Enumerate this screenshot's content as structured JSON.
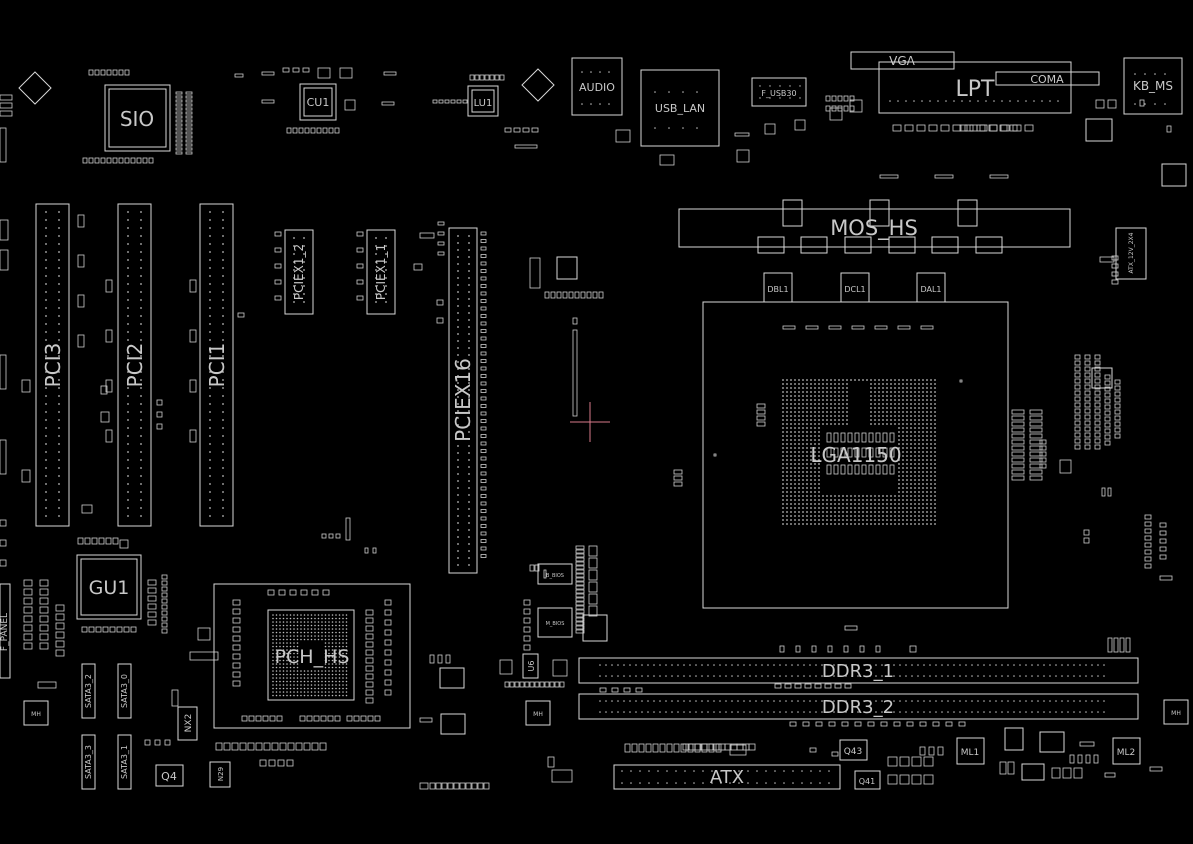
{
  "labels": {
    "sio": "SIO",
    "cu1": "CU1",
    "lu1": "LU1",
    "audio": "AUDIO",
    "usb_lan": "USB_LAN",
    "f_usb30": "F_USB30",
    "vga": "VGA",
    "lpt": "LPT",
    "coma": "COMA",
    "kb_ms": "KB_MS",
    "mos_hs": "MOS_HS",
    "dbl1": "DBL1",
    "dcl1": "DCL1",
    "dal1": "DAL1",
    "pci3": "PCI3",
    "pci2": "PCI2",
    "pci1": "PCI1",
    "pciex1_2": "PCIEX1_2",
    "pciex1_1": "PCIEX1_1",
    "pciex16": "PCIEX16",
    "lga1150": "LGA1150",
    "gu1": "GU1",
    "pch_hs": "PCH_HS",
    "ddr3_1": "DDR3_1",
    "ddr3_2": "DDR3_2",
    "atx": "ATX",
    "q43": "Q43",
    "q41": "Q41",
    "q4": "Q4",
    "ml1": "ML1",
    "ml2": "ML2",
    "nx2": "NX2",
    "n29": "N29",
    "sata3_2": "SATA3_2",
    "sata3_0": "SATA3_0",
    "sata3_3": "SATA3_3",
    "sata3_1": "SATA3_1",
    "f_panel": "F_PANEL",
    "atx_12v_2x4": "ATX_12V_2X4",
    "m_bios": "M_BIOS",
    "b_bios": "B_BIOS",
    "u6": "U6",
    "mh": "MH"
  },
  "colors": {
    "background": "#000000",
    "outline": "#d8d8d8",
    "text": "#c8c8c8",
    "cursor": "#d87a8a"
  }
}
